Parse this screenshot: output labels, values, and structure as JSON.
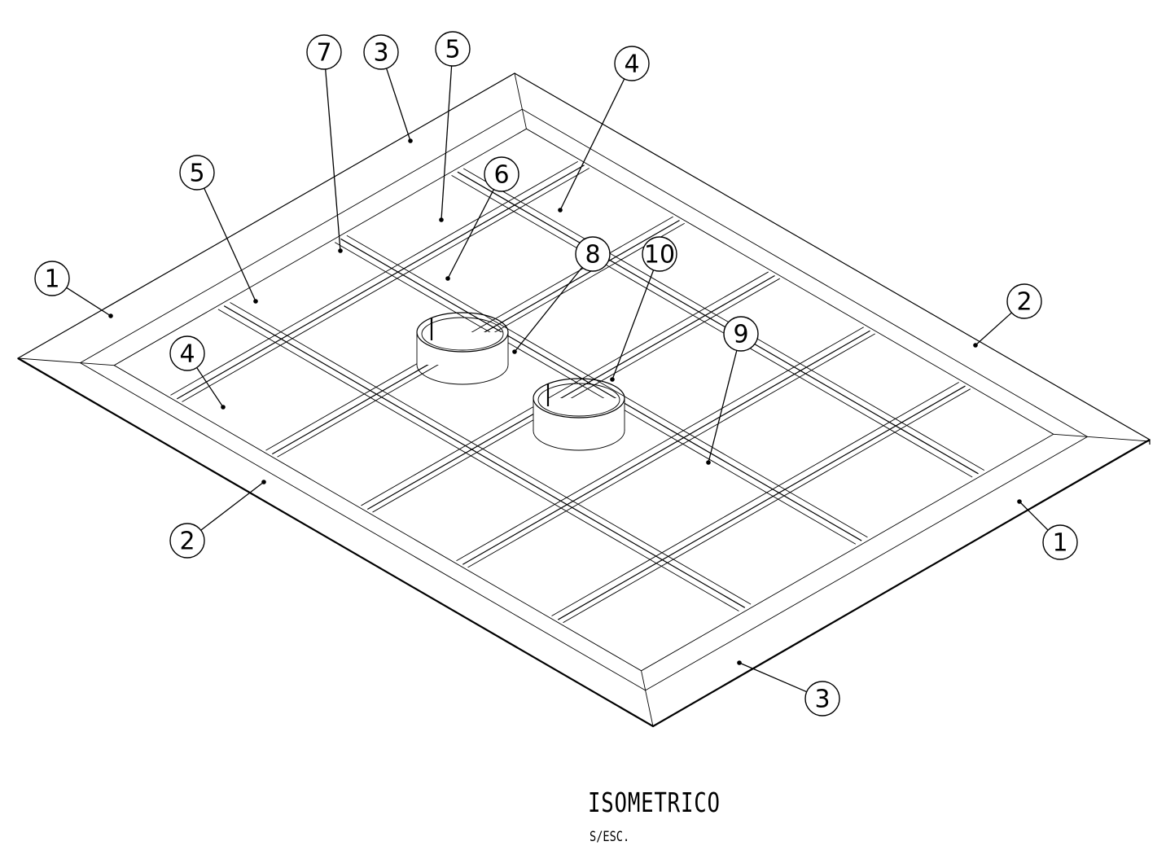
{
  "title": "ISOMETRICO",
  "scale_note": "S/ESC.",
  "callouts": [
    {
      "id": "c1a",
      "label": "1"
    },
    {
      "id": "c1b",
      "label": "1"
    },
    {
      "id": "c2a",
      "label": "2"
    },
    {
      "id": "c2b",
      "label": "2"
    },
    {
      "id": "c3a",
      "label": "3"
    },
    {
      "id": "c3b",
      "label": "3"
    },
    {
      "id": "c4a",
      "label": "4"
    },
    {
      "id": "c4b",
      "label": "4"
    },
    {
      "id": "c5a",
      "label": "5"
    },
    {
      "id": "c5b",
      "label": "5"
    },
    {
      "id": "c6",
      "label": "6"
    },
    {
      "id": "c7",
      "label": "7"
    },
    {
      "id": "c8",
      "label": "8"
    },
    {
      "id": "c9",
      "label": "9"
    },
    {
      "id": "c10",
      "label": "10"
    }
  ]
}
